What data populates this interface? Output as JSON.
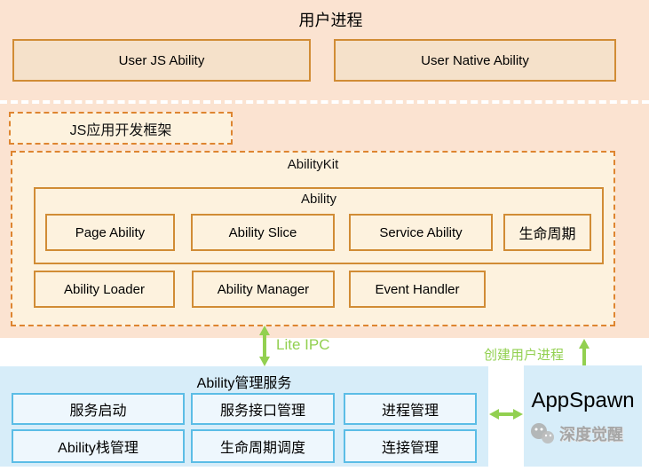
{
  "user_process": {
    "title": "用户进程",
    "js_box_label": "User JS Ability",
    "native_box_label": "User Native Ability"
  },
  "js_framework": {
    "label": "JS应用开发框架"
  },
  "ability_kit": {
    "title": "AbilityKit",
    "ability_group": {
      "title": "Ability",
      "items": [
        "Page Ability",
        "Ability Slice",
        "Service Ability",
        "生命周期"
      ]
    },
    "second_row": [
      "Ability Loader",
      "Ability Manager",
      "Event Handler"
    ]
  },
  "connectors": {
    "lite_ipc_label": "Lite IPC",
    "create_process_label": "创建用户进程",
    "arrow_color": "#92d050"
  },
  "ability_service": {
    "title": "Ability管理服务",
    "row1": [
      "服务启动",
      "服务接口管理",
      "进程管理"
    ],
    "row2": [
      "Ability栈管理",
      "生命周期调度",
      "连接管理"
    ]
  },
  "appspawn": {
    "label": "AppSpawn",
    "watermark": "深度觉醒"
  },
  "colors": {
    "peach_bg": "#fbe3d1",
    "cream_fill": "#fdf2de",
    "orange_border": "#d18c35",
    "orange_dashed": "#de8530",
    "blue_bg": "#d7edf9",
    "blue_border": "#5bbde6",
    "green": "#92d050"
  }
}
